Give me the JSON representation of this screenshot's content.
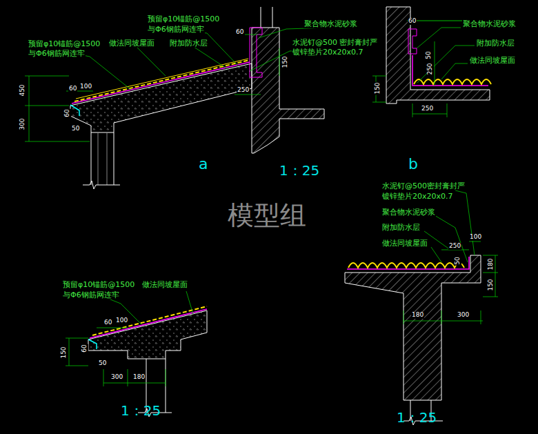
{
  "diagram": {
    "labels": [
      "预留φ10锚筋@1500",
      "与Φ6钢筋网连牢",
      "预留φ10锚筋@1500",
      "与Φ6钢筋网连牢",
      "做法同坡屋面",
      "附加防水层",
      "聚合物水泥砂浆",
      "水泥钉@500 密封膏封严",
      "镀锌垫片20x20x0.7",
      "60",
      "150",
      "250",
      "450",
      "300",
      "60",
      "100",
      "50",
      "60",
      "a",
      "1：25",
      "60",
      "聚合物水泥砂浆",
      "50",
      "附加防水层",
      "做法同坡屋面",
      "250",
      "150",
      "250",
      "b",
      "模型组",
      "水泥钉@500密封膏封严",
      "镀锌垫片20x20x0.7",
      "聚合物水泥砂浆",
      "附加防水层",
      "做法同坡屋面",
      "250",
      "100",
      "50",
      "180",
      "150",
      "180",
      "300",
      "1：25",
      "预留φ10锚筋@1500",
      "与Φ6钢筋网连牢",
      "做法同坡屋面",
      "60",
      "100",
      "60",
      "150",
      "50",
      "300",
      "180",
      "1：25"
    ]
  }
}
